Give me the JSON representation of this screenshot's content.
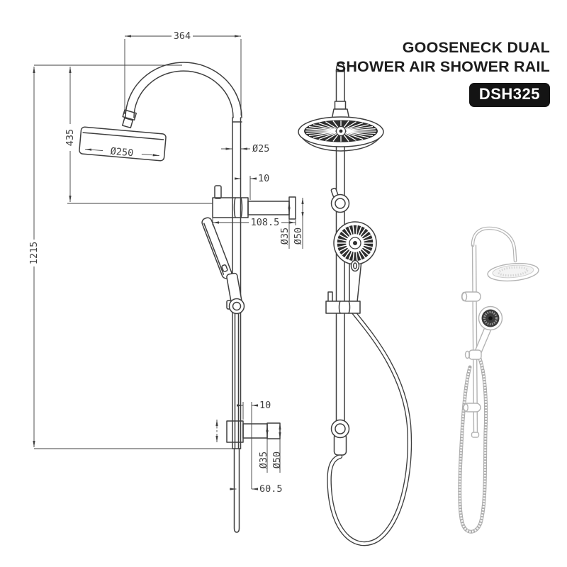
{
  "header": {
    "title_line1": "GOOSENECK DUAL",
    "title_line2": "SHOWER AIR SHOWER RAIL",
    "model": "DSH325"
  },
  "dimensions": {
    "top_width": "364",
    "gooseneck_drop": "435",
    "overall_height": "1215",
    "head_diameter": "Ø250",
    "rail_diameter": "Ø25",
    "upper_bracket_offset": "10",
    "upper_arm_length": "108.5",
    "upper_flange_inner": "Ø35",
    "upper_flange_outer": "Ø50",
    "lower_bracket_offset": "10",
    "lower_flange_inner": "Ø35",
    "lower_flange_outer": "Ø50",
    "lower_arm_length": "60.5"
  },
  "colors": {
    "line": "#3f3f3f",
    "render_line": "#b3b3b3",
    "badge_bg": "#141414",
    "badge_text": "#ffffff",
    "text": "#1d1d1d",
    "background": "#ffffff"
  }
}
